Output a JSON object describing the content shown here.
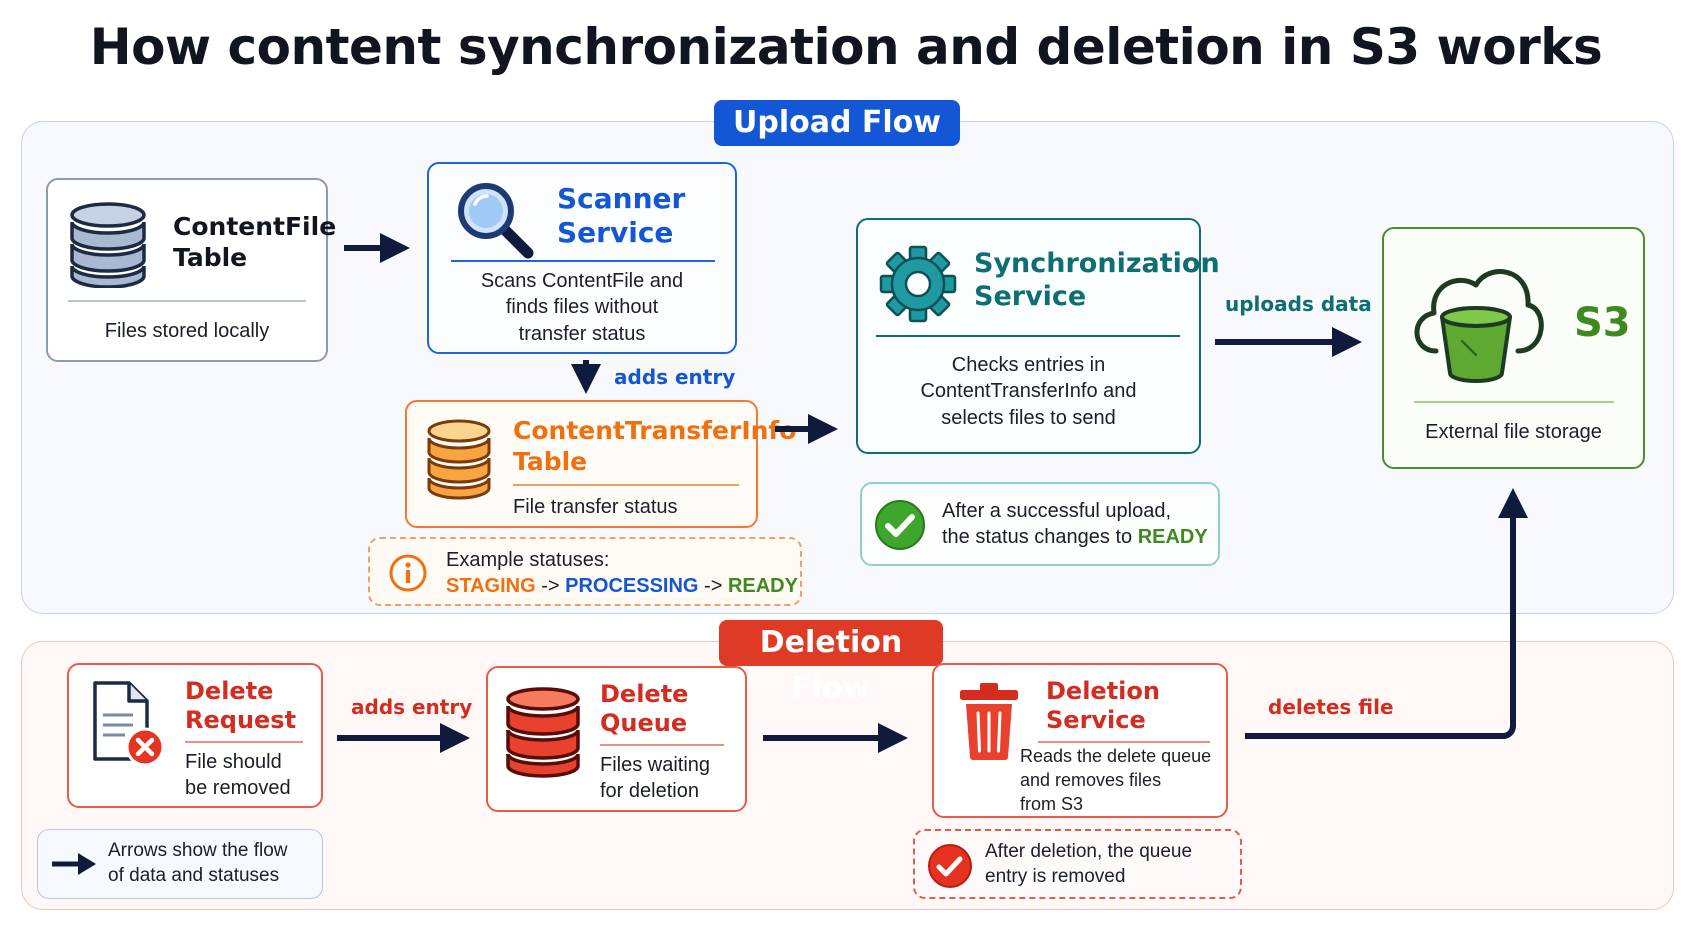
{
  "title": "How content synchronization and deletion in S3 works",
  "upload": {
    "label": "Upload Flow",
    "content_file": {
      "title_line1": "ContentFile",
      "title_line2": "Table",
      "desc": "Files stored locally"
    },
    "scanner": {
      "title_line1": "Scanner",
      "title_line2": "Service",
      "desc_line1": "Scans ContentFile and",
      "desc_line2": "finds files without",
      "desc_line3": "transfer status"
    },
    "adds_entry": "adds entry",
    "transfer_info": {
      "title_line1": "ContentTransferInfo",
      "title_line2": "Table",
      "desc": "File transfer status"
    },
    "statuses": {
      "heading": "Example statuses:",
      "staging": "STAGING",
      "processing": "PROCESSING",
      "ready": "READY",
      "separator": "->"
    },
    "sync": {
      "title_line1": "Synchronization",
      "title_line2": "Service",
      "desc_line1": "Checks entries in",
      "desc_line2": "ContentTransferInfo and",
      "desc_line3": "selects files to send"
    },
    "uploads_data": "uploads data",
    "success_note": {
      "line1": "After a successful upload,",
      "line2_prefix": "the status changes to",
      "ready": "READY"
    },
    "s3": {
      "title": "S3",
      "desc": "External file storage"
    }
  },
  "deletion": {
    "label": "Deletion Flow",
    "request": {
      "title_line1": "Delete",
      "title_line2": "Request",
      "desc_line1": "File should",
      "desc_line2": "be removed"
    },
    "adds_entry": "adds entry",
    "queue": {
      "title_line1": "Delete",
      "title_line2": "Queue",
      "desc_line1": "Files waiting",
      "desc_line2": "for deletion"
    },
    "service": {
      "title_line1": "Deletion",
      "title_line2": "Service",
      "desc_line1": "Reads the delete queue",
      "desc_line2": "and removes files",
      "desc_line3": "from S3"
    },
    "deletes_file": "deletes file",
    "removed_note": {
      "line1": "After deletion, the queue",
      "line2": "entry is removed"
    },
    "legend": {
      "line1": "Arrows show the flow",
      "line2": "of data and statuses"
    }
  },
  "colors": {
    "navy": "#0f1a3d",
    "blue": "#1457d6",
    "teal": "#0f6e72",
    "orange": "#f0700f",
    "green": "#3f8a1f",
    "red": "#d42c1f"
  },
  "icons": [
    "database-icon",
    "magnifier-icon",
    "gear-icon",
    "cloud-bucket-icon",
    "info-icon",
    "check-icon",
    "document-delete-icon",
    "trash-icon",
    "arrow-icon"
  ]
}
